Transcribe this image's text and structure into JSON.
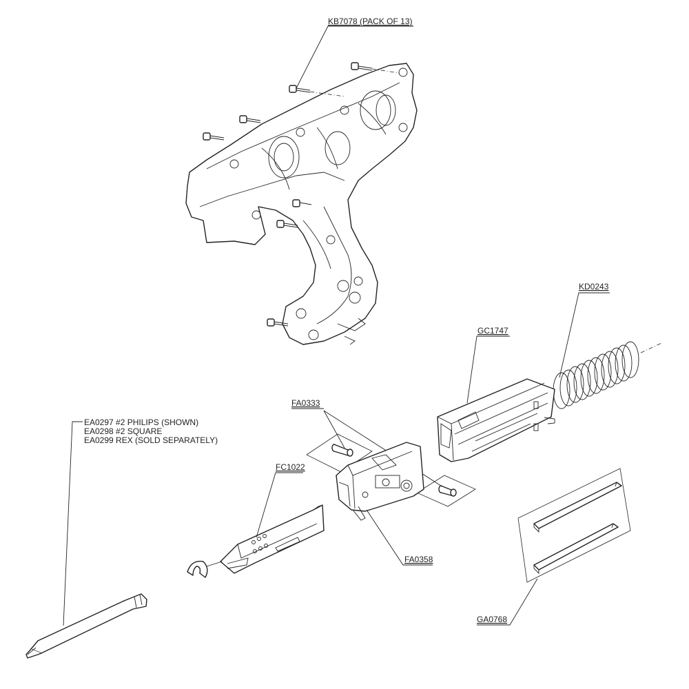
{
  "labels": {
    "screws": "KB7078 (PACK OF 13)",
    "spring": "KD0243",
    "guide": "GC1747",
    "pins": "FA0333",
    "bit_line1": "EA0297  #2  PHILIPS (SHOWN)",
    "bit_line2": "EA0298  #2 SQUARE",
    "bit_line3": "EA0299  REX (SOLD SEPARATELY)",
    "slide": "FC1022",
    "carriage": "FA0358",
    "rails": "GA0768"
  }
}
